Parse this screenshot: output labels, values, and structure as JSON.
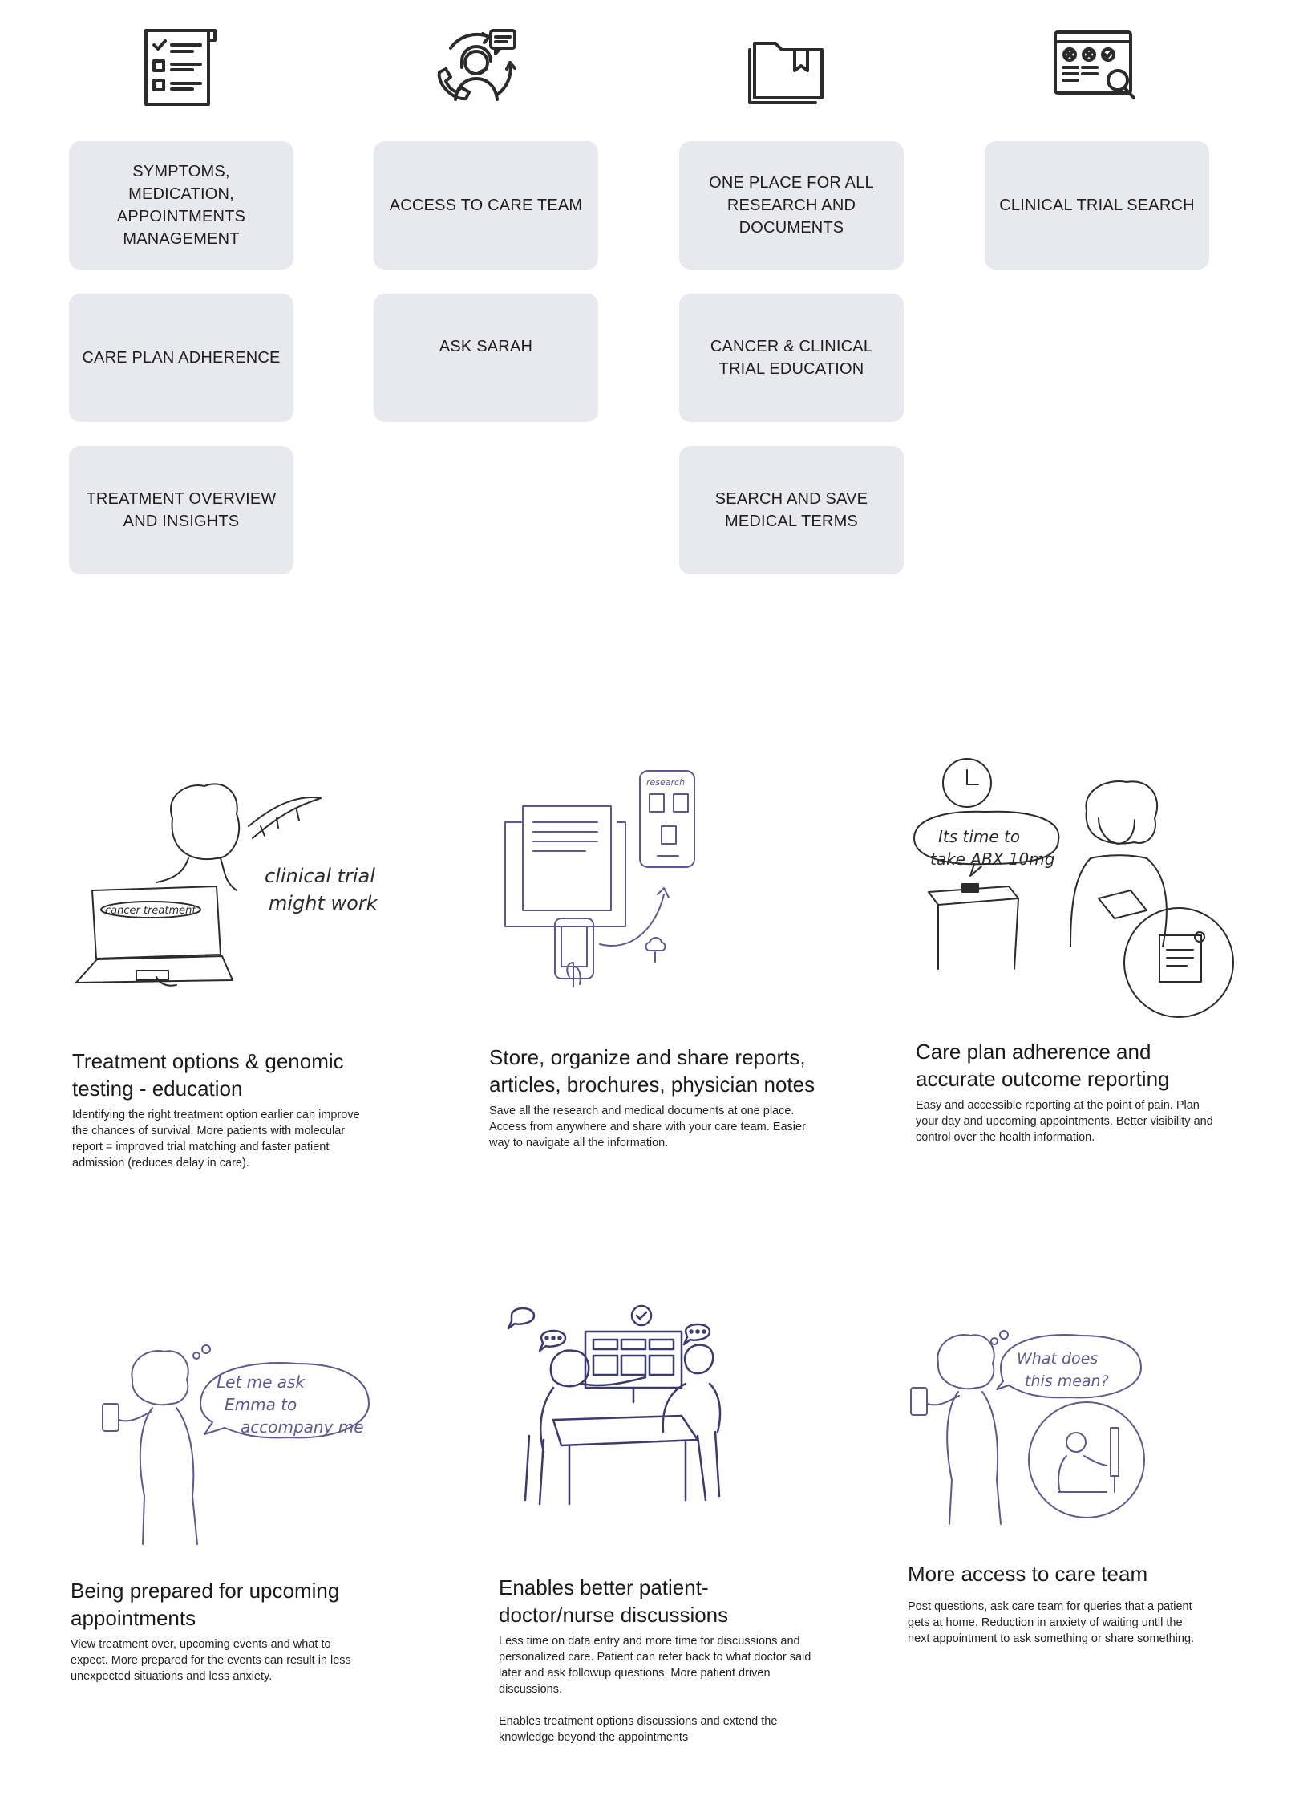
{
  "icons": [
    "checklist-icon",
    "support-agent-icon",
    "folder-bookmark-icon",
    "browser-search-icon"
  ],
  "cards": {
    "col1": [
      "SYMPTOMS, MEDICATION, APPOINTMENTS MANAGEMENT",
      "CARE PLAN ADHERENCE",
      "TREATMENT OVERVIEW AND INSIGHTS"
    ],
    "col2": [
      "ACCESS TO CARE TEAM",
      "ASK SARAH"
    ],
    "col3": [
      "ONE PLACE FOR ALL RESEARCH AND DOCUMENTS",
      "CANCER & CLINICAL TRIAL EDUCATION",
      "SEARCH AND SAVE MEDICAL TERMS"
    ],
    "col4": [
      "CLINICAL TRIAL SEARCH"
    ]
  },
  "sketch_text": {
    "s1_laptop": "cancer treatment",
    "s1_line1": "clinical trial",
    "s1_line2": "might work",
    "s2_phone": "research",
    "s3_bubble1": "Its time to",
    "s3_bubble2": "take ABX 10mg",
    "s4_bubble1": "Let me ask",
    "s4_bubble2": "Emma to",
    "s4_bubble3": "accompany me",
    "s6_bubble1": "What does",
    "s6_bubble2": "this mean?"
  },
  "features": [
    {
      "title": "Treatment options & genomic testing - education",
      "body": [
        "Identifying the right treatment option earlier can improve the chances of survival. More patients with molecular report = improved trial matching and faster patient admission (reduces delay in care)."
      ]
    },
    {
      "title": "Store, organize and share reports, articles, brochures, physician notes",
      "body": [
        "Save all the research and medical documents at one place. Access from anywhere and share with your care team. Easier way to navigate all the information."
      ]
    },
    {
      "title": "Care plan adherence and accurate outcome reporting",
      "body": [
        "Easy and accessible reporting at the point of pain. Plan your day and upcoming appointments. Better visibility and control over the health information."
      ]
    },
    {
      "title": "Being prepared for upcoming appointments",
      "body": [
        "View treatment over, upcoming events and what to expect. More prepared for the events can result in less unexpected situations and less anxiety."
      ]
    },
    {
      "title": "Enables better patient-doctor/nurse discussions",
      "body": [
        "Less time on data entry and more time for discussions and personalized care. Patient can refer back to what doctor said later and ask followup questions. More patient driven discussions.",
        "Enables treatment options discussions and extend the knowledge beyond the appointments"
      ]
    },
    {
      "title": "More access to care team",
      "body": [
        "Post questions, ask care team for queries that a patient gets at home. Reduction in anxiety of waiting until the next appointment to ask something or share something."
      ]
    }
  ],
  "colors": {
    "card": "#e8e8ef",
    "ink": "#2b2b2b",
    "sketch": "#3c3a6e"
  }
}
